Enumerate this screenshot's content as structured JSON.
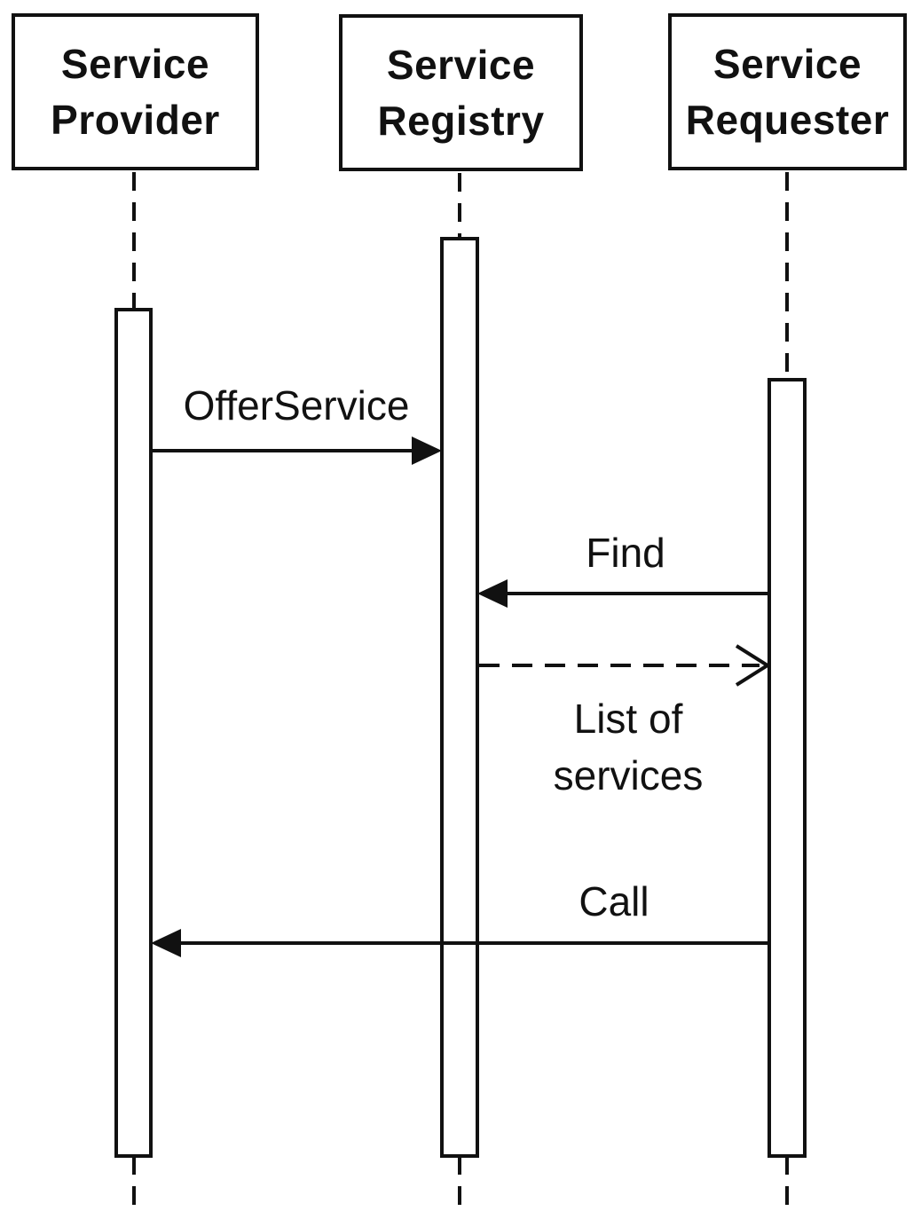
{
  "diagram": {
    "kind": "uml-sequence-diagram"
  },
  "colors": {
    "line": "#111111",
    "text": "#111111",
    "background": "#ffffff",
    "box_fill": "#ffffff"
  },
  "actors": [
    {
      "name": "Service Provider",
      "line1": "Service",
      "line2": "Provider"
    },
    {
      "name": "Service Registry",
      "line1": "Service",
      "line2": "Registry"
    },
    {
      "name": "Service Requester",
      "line1": "Service",
      "line2": "Requester"
    }
  ],
  "messages": [
    {
      "label": "OfferService",
      "from": "Service Provider",
      "to": "Service Registry",
      "line_style": "solid",
      "arrowhead": "filled"
    },
    {
      "label": "Find",
      "from": "Service Requester",
      "to": "Service Registry",
      "line_style": "solid",
      "arrowhead": "filled"
    },
    {
      "label": "List of services",
      "line1": "List of",
      "line2": "services",
      "from": "Service Registry",
      "to": "Service Requester",
      "line_style": "dashed",
      "arrowhead": "open"
    },
    {
      "label": "Call",
      "from": "Service Requester",
      "to": "Service Provider",
      "line_style": "solid",
      "arrowhead": "filled"
    }
  ]
}
